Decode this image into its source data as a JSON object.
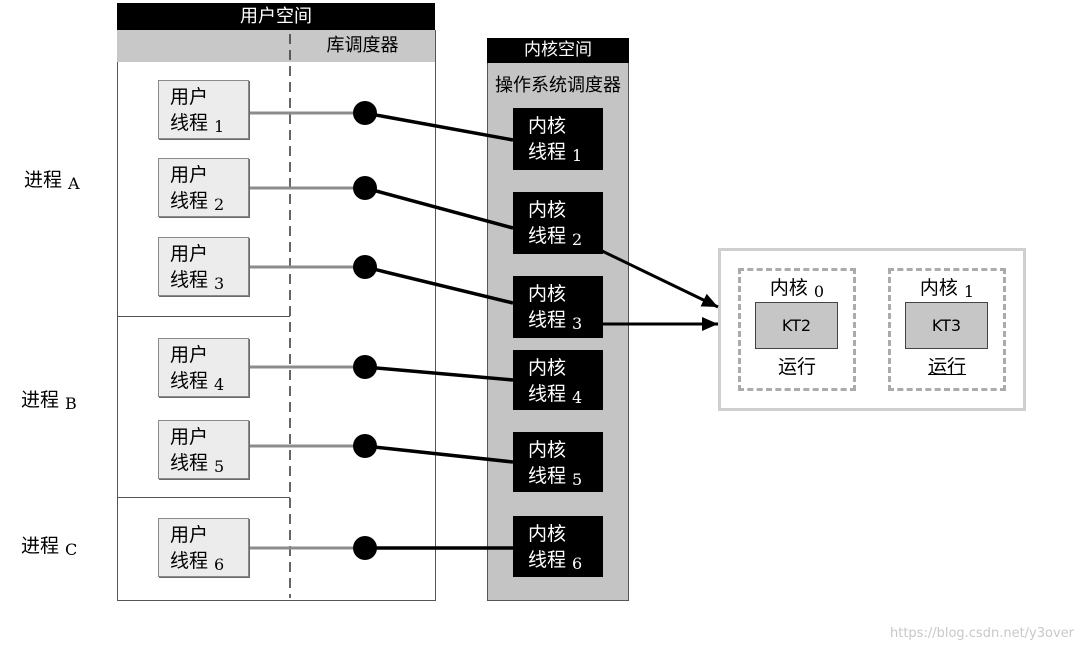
{
  "user_space": {
    "title": "用户空间",
    "scheduler": "库调度器",
    "threads": [
      {
        "line1": "用户",
        "line2": "线程",
        "num": "1"
      },
      {
        "line1": "用户",
        "line2": "线程",
        "num": "2"
      },
      {
        "line1": "用户",
        "line2": "线程",
        "num": "3"
      },
      {
        "line1": "用户",
        "line2": "线程",
        "num": "4"
      },
      {
        "line1": "用户",
        "line2": "线程",
        "num": "5"
      },
      {
        "line1": "用户",
        "line2": "线程",
        "num": "6"
      }
    ]
  },
  "processes": [
    {
      "label": "进程",
      "letter": "A"
    },
    {
      "label": "进程",
      "letter": "B"
    },
    {
      "label": "进程",
      "letter": "C"
    }
  ],
  "kernel_space": {
    "title": "内核空间",
    "scheduler": "操作系统调度器",
    "threads": [
      {
        "line1": "内核",
        "line2": "线程",
        "num": "1"
      },
      {
        "line1": "内核",
        "line2": "线程",
        "num": "2"
      },
      {
        "line1": "内核",
        "line2": "线程",
        "num": "3"
      },
      {
        "line1": "内核",
        "line2": "线程",
        "num": "4"
      },
      {
        "line1": "内核",
        "line2": "线程",
        "num": "5"
      },
      {
        "line1": "内核",
        "line2": "线程",
        "num": "6"
      }
    ]
  },
  "cpu": {
    "cores": [
      {
        "label": "内核",
        "num": "0",
        "thread": "KT2",
        "state": "运行"
      },
      {
        "label": "内核",
        "num": "1",
        "thread": "KT3",
        "state": "运行"
      }
    ]
  },
  "watermark": "https://blog.csdn.net/y3over",
  "colors": {
    "header_fill": "#000000",
    "bar_fill": "#c8c8c8",
    "kernel_space_fill": "#c4c4c4",
    "user_thread_fill": "#ececec",
    "kernel_thread_fill": "#000000",
    "core_thread_fill": "#c6c6c6",
    "connector_gray": "#8c8c8c"
  }
}
